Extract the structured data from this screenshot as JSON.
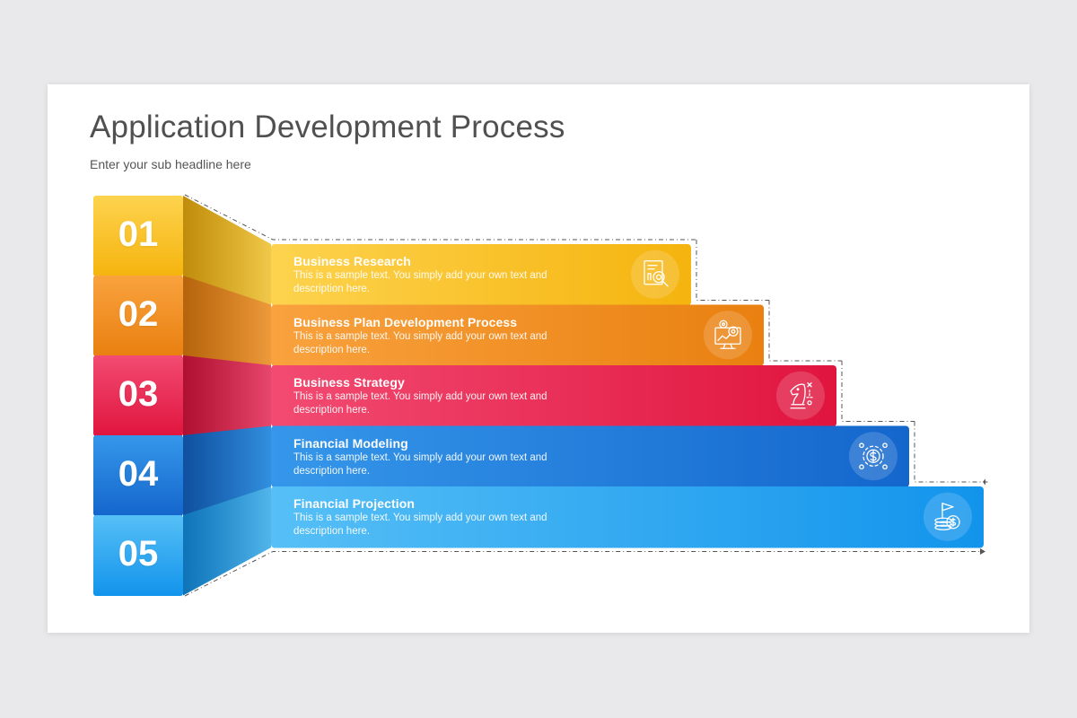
{
  "header": {
    "title": "Application Development Process",
    "subtitle": "Enter your sub headline here"
  },
  "steps": [
    {
      "number": "01",
      "title": "Business Research",
      "description": "This is a sample text. You simply add your own text and description here.",
      "icon": "research-chart-magnifier-icon",
      "color_light": "#fdd34e",
      "color_dark": "#f5b40e"
    },
    {
      "number": "02",
      "title": "Business Plan Development Process",
      "description": "This is a sample text. You simply add your own text and description here.",
      "icon": "monitor-gears-icon",
      "color_light": "#f9a23e",
      "color_dark": "#e98010"
    },
    {
      "number": "03",
      "title": "Business Strategy",
      "description": "This is a sample text. You simply add your own text and description here.",
      "icon": "chess-knight-strategy-icon",
      "color_light": "#f24b72",
      "color_dark": "#e0153e"
    },
    {
      "number": "04",
      "title": "Financial Modeling",
      "description": "This is a sample text. You simply add your own text and description here.",
      "icon": "dollar-network-icon",
      "color_light": "#3597ea",
      "color_dark": "#1466cc"
    },
    {
      "number": "05",
      "title": "Financial Projection",
      "description": "This is a sample text. You simply add your own text and description here.",
      "icon": "coins-flag-icon",
      "color_light": "#56bff6",
      "color_dark": "#1294ec"
    }
  ]
}
